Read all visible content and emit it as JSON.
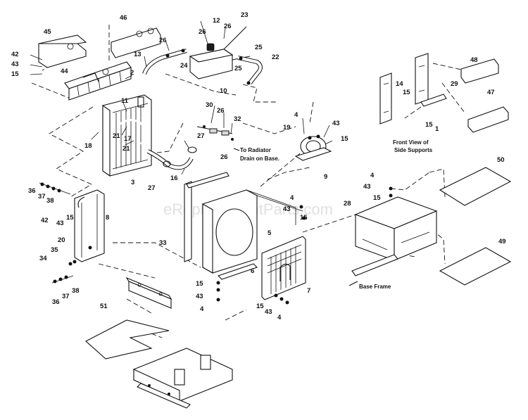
{
  "watermark": "eReplacementParts.com",
  "notes": {
    "radiator_drain": [
      "To Radiator",
      "Drain on Base."
    ],
    "side_supports": [
      "Front View of",
      "Side Supports"
    ],
    "base_frame": "Base Frame"
  },
  "callouts": {
    "c45": "45",
    "c46": "46",
    "c42a": "42",
    "c43a": "43",
    "c15a": "15",
    "c44": "44",
    "c2": "2",
    "c13": "13",
    "c26a": "26",
    "c12": "12",
    "c26b": "26",
    "c26c": "26",
    "c23": "23",
    "c24": "24",
    "c25a": "25",
    "c22": "22",
    "c25b": "25",
    "c10": "10",
    "c11": "11",
    "c17": "17",
    "c21a": "21",
    "c21b": "21",
    "c18": "18",
    "c3": "3",
    "c30": "30",
    "c26d": "26",
    "c32": "32",
    "c27a": "27",
    "c26e": "26",
    "c27b": "27",
    "c16": "16",
    "c4a": "4",
    "c19": "19",
    "c43b": "43",
    "c15b": "15",
    "c9": "9",
    "c14": "14",
    "c15c": "15",
    "c29": "29",
    "c15d": "15",
    "c1": "1",
    "c48": "48",
    "c47": "47",
    "c36a": "36",
    "c37a": "37",
    "c38a": "38",
    "c42b": "42",
    "c43c": "43",
    "c15e": "15",
    "c8": "8",
    "c20": "20",
    "c35": "35",
    "c34": "34",
    "c36b": "36",
    "c37b": "37",
    "c38b": "38",
    "c33": "33",
    "c5": "5",
    "c6": "6",
    "c4b": "4",
    "c43d": "43",
    "c15f": "15",
    "c7": "7",
    "c15g": "15",
    "c43e": "43",
    "c4c": "4",
    "c15h": "15",
    "c43f": "43",
    "c4d": "4",
    "c4e": "4",
    "c43g": "43",
    "c15i": "15",
    "c28": "28",
    "c50": "50",
    "c49": "49",
    "c51": "51"
  }
}
